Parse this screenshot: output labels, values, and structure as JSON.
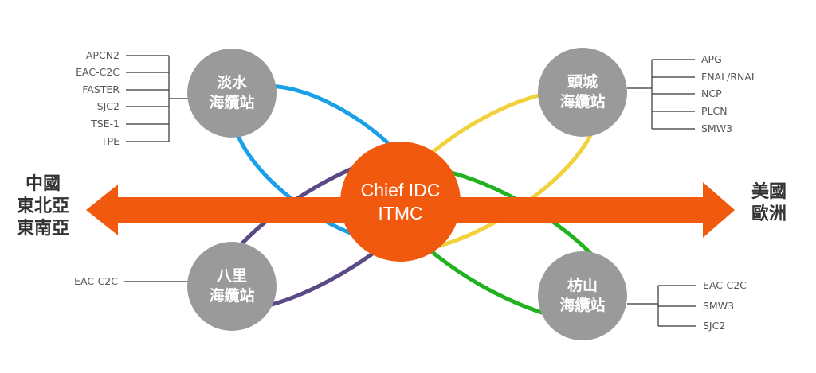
{
  "hub": {
    "line1": "Chief IDC",
    "line2": "ITMC"
  },
  "regions": {
    "west": [
      "中國",
      "東北亞",
      "東南亞"
    ],
    "east": [
      "美國",
      "歐洲"
    ]
  },
  "stations": {
    "tamsui": {
      "line1": "淡水",
      "line2": "海纜站",
      "cables": [
        "APCN2",
        "EAC-C2C",
        "FASTER",
        "SJC2",
        "TSE-1",
        "TPE"
      ]
    },
    "toucheng": {
      "line1": "頭城",
      "line2": "海纜站",
      "cables": [
        "APG",
        "FNAL/RNAL",
        "NCP",
        "PLCN",
        "SMW3"
      ]
    },
    "bali": {
      "line1": "八里",
      "line2": "海纜站",
      "cables": [
        "EAC-C2C"
      ]
    },
    "fangshan": {
      "line1": "枋山",
      "line2": "海纜站",
      "cables": [
        "EAC-C2C",
        "SMW3",
        "SJC2"
      ]
    }
  },
  "colors": {
    "hub": "#f15a0e",
    "arrow": "#f15a0e",
    "station": "#9a9a9a",
    "ring_tamsui": "#1aa0e8",
    "ring_toucheng": "#f2d23c",
    "ring_bali": "#5b4a86",
    "ring_fangshan": "#22b21f"
  }
}
